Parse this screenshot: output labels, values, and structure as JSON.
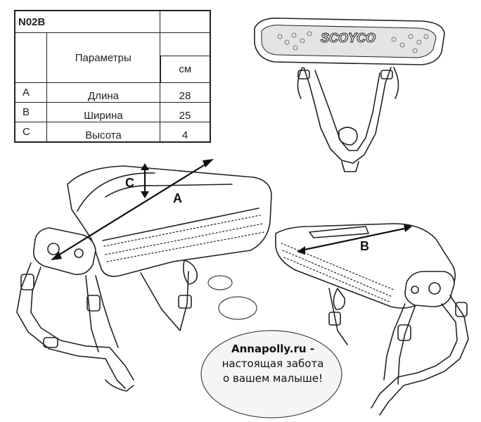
{
  "table": {
    "model": "N02B",
    "params_header": "Параметры",
    "unit": "см",
    "rows": [
      {
        "letter": "A",
        "name": "Длина",
        "value": "28"
      },
      {
        "letter": "B",
        "name": "Ширина",
        "value": "25"
      },
      {
        "letter": "C",
        "name": "Высота",
        "value": "4"
      }
    ]
  },
  "labels": {
    "c": "C",
    "a": "A",
    "b": "B"
  },
  "brand_text": "SCOYCO",
  "ad": {
    "title": "Annapolly.ru -",
    "line1": "настоящая забота",
    "line2": "о вашем малыше!"
  }
}
